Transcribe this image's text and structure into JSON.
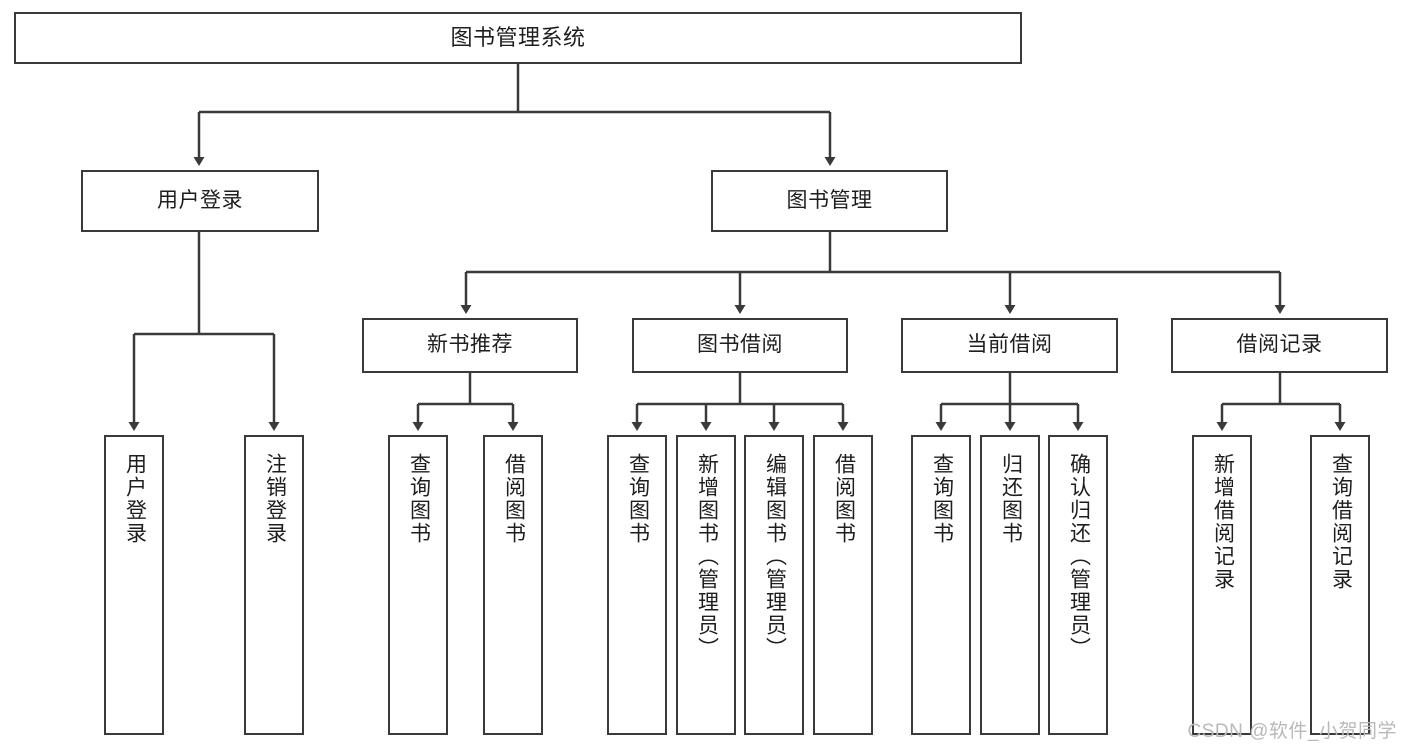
{
  "diagram": {
    "title": "图书管理系统",
    "type": "tree-hierarchy",
    "watermark": "CSDN @软件_小贺同学",
    "colors": {
      "background": "#ffffff",
      "box_border": "#3a3a3a",
      "box_fill": "#ffffff",
      "text": "#1e1e1e",
      "edge": "#3a3a3a",
      "watermark": "#b9b9b9"
    }
  },
  "nodes": {
    "root": {
      "label": "图书管理系统",
      "level": 1
    },
    "level2": [
      {
        "id": "user-login",
        "label": "用户登录"
      },
      {
        "id": "book-management",
        "label": "图书管理"
      }
    ],
    "level3": [
      {
        "id": "new-book-recommend",
        "label": "新书推荐"
      },
      {
        "id": "book-borrow",
        "label": "图书借阅"
      },
      {
        "id": "current-borrow",
        "label": "当前借阅"
      },
      {
        "id": "borrow-record",
        "label": "借阅记录"
      }
    ],
    "leaves": [
      {
        "id": "leaf-user-login",
        "label": "用户登录",
        "parent": "user-login"
      },
      {
        "id": "leaf-logout",
        "label": "注销登录",
        "parent": "user-login"
      },
      {
        "id": "leaf-query-book-1",
        "label": "查询图书",
        "parent": "new-book-recommend"
      },
      {
        "id": "leaf-borrow-book-1",
        "label": "借阅图书",
        "parent": "new-book-recommend"
      },
      {
        "id": "leaf-query-book-2",
        "label": "查询图书",
        "parent": "book-borrow"
      },
      {
        "id": "leaf-add-book",
        "label": "新增图书（管理员）",
        "parent": "book-borrow"
      },
      {
        "id": "leaf-edit-book",
        "label": "编辑图书（管理员）",
        "parent": "book-borrow"
      },
      {
        "id": "leaf-borrow-book-2",
        "label": "借阅图书",
        "parent": "book-borrow"
      },
      {
        "id": "leaf-query-book-3",
        "label": "查询图书",
        "parent": "current-borrow"
      },
      {
        "id": "leaf-return-book",
        "label": "归还图书",
        "parent": "current-borrow"
      },
      {
        "id": "leaf-confirm-return",
        "label": "确认归还（管理员）",
        "parent": "current-borrow"
      },
      {
        "id": "leaf-add-record",
        "label": "新增借阅记录",
        "parent": "borrow-record"
      },
      {
        "id": "leaf-query-record",
        "label": "查询借阅记录",
        "parent": "borrow-record"
      }
    ]
  }
}
